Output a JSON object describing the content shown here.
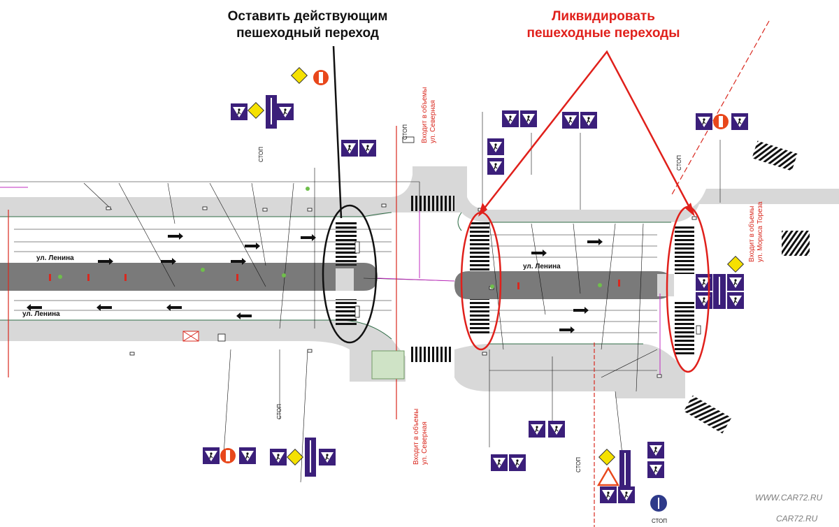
{
  "annotations": {
    "keep": {
      "line1": "Оставить действующим",
      "line2": "пешеходный переход"
    },
    "remove": {
      "line1": "Ликвидировать",
      "line2": "пешеходные переходы"
    }
  },
  "roads": {
    "lenina_upper": "ул. Ленина",
    "lenina_lower": "ул. Ленина",
    "lenina_right": "ул. Ленина"
  },
  "vertical_labels": {
    "severnaya_top": [
      "Входит в объемы",
      "ул. Северная"
    ],
    "severnaya_bottom": [
      "Входит в объемы",
      "ул. Северная"
    ],
    "toreza": [
      "Входит в объемы",
      "ул. Мориса Тореза"
    ]
  },
  "stop_label": "СТОП",
  "watermarks": {
    "top": "WWW.CAR72.RU",
    "bottom": "CAR72.RU"
  },
  "colors": {
    "crossing_remove": "#e0201b",
    "crossing_keep": "#111111",
    "sign_background": "#3b1f7a",
    "sidewalk": "#d8d8d8",
    "median": "#7a7a7a"
  }
}
